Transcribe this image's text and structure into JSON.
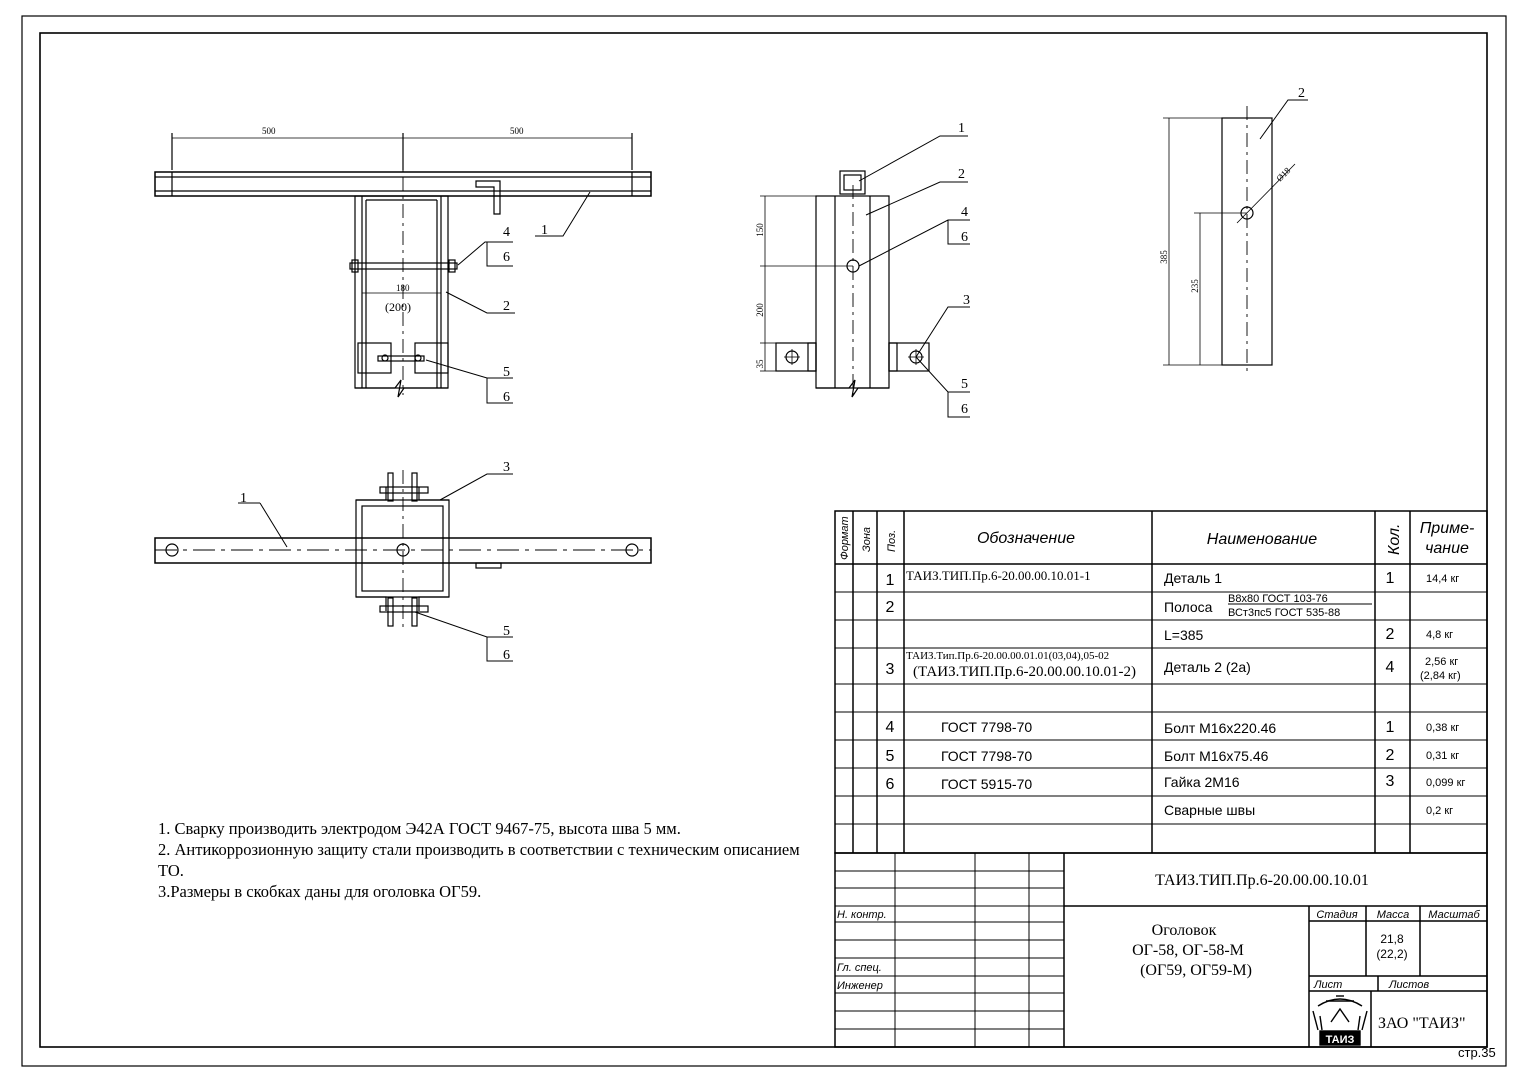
{
  "drawing": {
    "front_view": {
      "dim_left": "500",
      "dim_right": "500",
      "dim_inner": "180",
      "dim_inner_alt": "(200)",
      "callouts": [
        "1",
        "2",
        "4",
        "6",
        "5",
        "6"
      ]
    },
    "side_view": {
      "dim_top": "150",
      "dim_mid": "200",
      "dim_bottom": "35",
      "callouts": [
        "1",
        "2",
        "4",
        "6",
        "3",
        "5",
        "6"
      ]
    },
    "detail_view": {
      "dim_total": "385",
      "dim_hole": "235",
      "dim_diameter": "Ø18",
      "callouts": [
        "2"
      ]
    },
    "top_view": {
      "callouts": [
        "1",
        "3",
        "5",
        "6"
      ]
    }
  },
  "notes": [
    "1. Сварку производить электродом Э42А ГОСТ 9467-75, высота шва 5 мм.",
    "2. Антикоррозионную защиту  стали производить в соответствии с техническим описанием ТО.",
    "3.Размеры в скобках даны для оголовка ОГ59."
  ],
  "spec_table": {
    "headers": {
      "format": "Формат",
      "zone": "Зона",
      "pos": "Поз.",
      "designation": "Обозначение",
      "name": "Наименование",
      "qty": "Кол.",
      "note": "Приме-чание",
      "note_line1": "Приме-",
      "note_line2": "чание"
    },
    "rows": [
      {
        "pos": "1",
        "designation": "ТАИЗ.ТИП.Пр.6-20.00.00.10.01-1",
        "name": "Деталь 1",
        "qty": "1",
        "note": "14,4 кг"
      },
      {
        "pos": "2",
        "designation": "",
        "name": "Полоса",
        "name_num": "В8х80 ГОСТ 103-76",
        "name_den": "ВСт3пс5 ГОСТ 535-88",
        "qty": "",
        "note": ""
      },
      {
        "pos": "",
        "designation": "",
        "name": "L=385",
        "qty": "2",
        "note": "4,8 кг"
      },
      {
        "pos": "3",
        "designation": "ТАИЗ.Тип.Пр.6-20.00.00.01.01(03,04),05-02",
        "designation2": "(ТАИЗ.ТИП.Пр.6-20.00.00.10.01-2)",
        "name": "Деталь 2 (2а)",
        "qty": "4",
        "note": "2,56 кг",
        "note2": "(2,84 кг)"
      },
      {
        "pos": "",
        "designation": "",
        "name": "",
        "qty": "",
        "note": ""
      },
      {
        "pos": "4",
        "designation": "ГОСТ 7798-70",
        "name": "Болт М16х220.46",
        "qty": "1",
        "note": "0,38 кг"
      },
      {
        "pos": "5",
        "designation": "ГОСТ 7798-70",
        "name": "Болт М16х75.46",
        "qty": "2",
        "note": "0,31 кг"
      },
      {
        "pos": "6",
        "designation": "ГОСТ 5915-70",
        "name": "Гайка 2М16",
        "qty": "3",
        "note": "0,099 кг"
      },
      {
        "pos": "",
        "designation": "",
        "name": "Сварные швы",
        "qty": "",
        "note": "0,2 кг"
      },
      {
        "pos": "",
        "designation": "",
        "name": "",
        "qty": "",
        "note": ""
      }
    ]
  },
  "title_block": {
    "doc_code": "ТАИЗ.ТИП.Пр.6-20.00.00.10.01",
    "roles": [
      "Н. контр.",
      "Гл. спец.",
      "Инженер"
    ],
    "title_lines": [
      "Оголовок",
      "ОГ-58, ОГ-58-М",
      "(ОГ59, ОГ59-М)"
    ],
    "stage_label": "Стадия",
    "mass_label": "Масса",
    "scale_label": "Масштаб",
    "mass_value": "21,8",
    "mass_value_alt": "(22,2)",
    "sheet_label": "Лист",
    "sheets_label": "Листов",
    "logo_text": "ТАИЗ",
    "company": "ЗАО \"ТАИЗ\""
  },
  "page_number": "стр.35"
}
